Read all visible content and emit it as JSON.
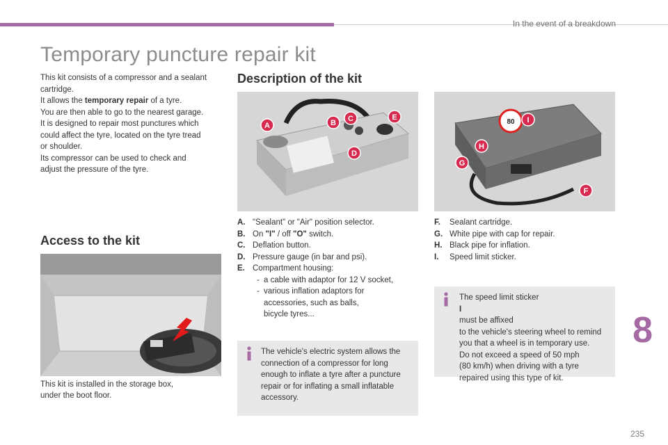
{
  "header": {
    "section": "In the event of a breakdown"
  },
  "title": "Temporary puncture repair kit",
  "intro": {
    "lines": [
      "This kit consists of a compressor and a sealant",
      "cartridge.",
      "It allows the ",
      "You are then able to go to the nearest garage.",
      "It is designed to repair most punctures which",
      "could affect the tyre, located on the tyre tread",
      "or shoulder.",
      "Its compressor can be used to check and",
      "adjust the pressure of the tyre."
    ],
    "bold": "temporary repair",
    "after_bold": " of a tyre."
  },
  "access": {
    "heading": "Access to the kit",
    "caption_lines": [
      "This kit is installed in the storage box,",
      "under the boot floor."
    ]
  },
  "description": {
    "heading": "Description of the kit",
    "callouts_left": [
      "A",
      "B",
      "C",
      "D",
      "E"
    ],
    "callouts_right": [
      "F",
      "G",
      "H",
      "I"
    ],
    "speed_sticker": "80",
    "items_left": [
      {
        "key": "A.",
        "text": "\"Sealant\" or \"Air\" position selector."
      },
      {
        "key": "B.",
        "pre": "On ",
        "b1": "\"I\"",
        "mid": " / off ",
        "b2": "\"O\"",
        "post": " switch."
      },
      {
        "key": "C.",
        "text": "Deflation button."
      },
      {
        "key": "D.",
        "text": "Pressure gauge (in bar and psi)."
      },
      {
        "key": "E.",
        "text": "Compartment housing:"
      }
    ],
    "sub_items": [
      {
        "dash": "-",
        "text": "a cable with adaptor for 12 V socket,"
      },
      {
        "dash": "-",
        "text": "various inflation adaptors for"
      }
    ],
    "sub_cont": [
      "accessories, such as balls,",
      "bicycle tyres..."
    ],
    "items_right": [
      {
        "key": "F.",
        "text": "Sealant cartridge."
      },
      {
        "key": "G.",
        "text": "White pipe with cap for repair."
      },
      {
        "key": "H.",
        "text": "Black pipe for inflation."
      },
      {
        "key": "I.",
        "text": "Speed limit sticker."
      }
    ]
  },
  "note_right": {
    "pre": "The speed limit sticker ",
    "bold": "I",
    "post": " must be affixed",
    "lines": [
      "to the vehicle's steering wheel to remind",
      "you that a wheel is in temporary use.",
      "Do not exceed a speed of 50 mph",
      "(80 km/h) when driving with a tyre",
      "repaired using this type of kit."
    ]
  },
  "note_left": {
    "lines": [
      "The vehicle's electric system allows the",
      "connection of a compressor for long",
      "enough to inflate a tyre after a puncture",
      "repair or for inflating a small inflatable",
      "accessory."
    ]
  },
  "chapter": "8",
  "page": "235"
}
